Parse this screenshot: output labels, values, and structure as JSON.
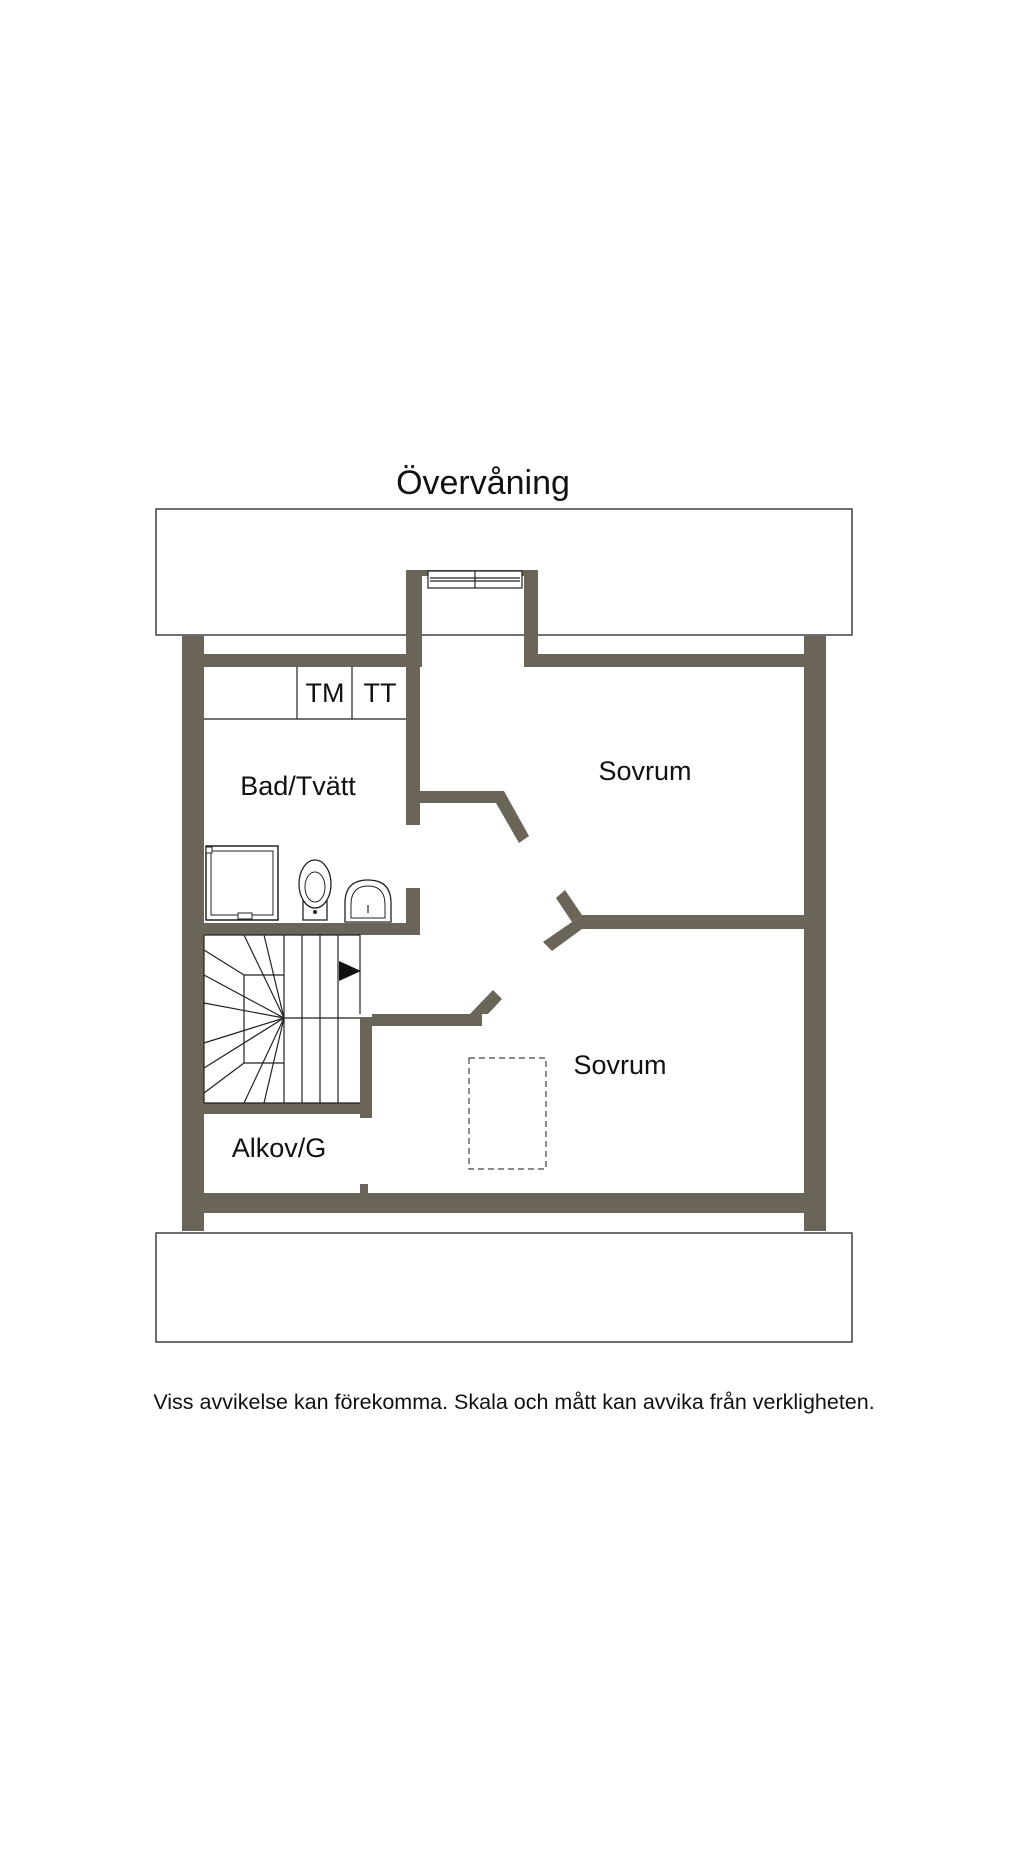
{
  "title": "Övervåning",
  "rooms": {
    "bathroom": "Bad/Tvätt",
    "bedroom_upper": "Sovrum",
    "bedroom_lower": "Sovrum",
    "alcove": "Alkov/G"
  },
  "utilities": {
    "washer": "TM",
    "dryer": "TT"
  },
  "disclaimer": "Viss avvikelse kan förekomma. Skala och mått kan avvika från verkligheten.",
  "colors": {
    "wall": "#6b6458",
    "outline": "#222222",
    "background": "#ffffff"
  }
}
